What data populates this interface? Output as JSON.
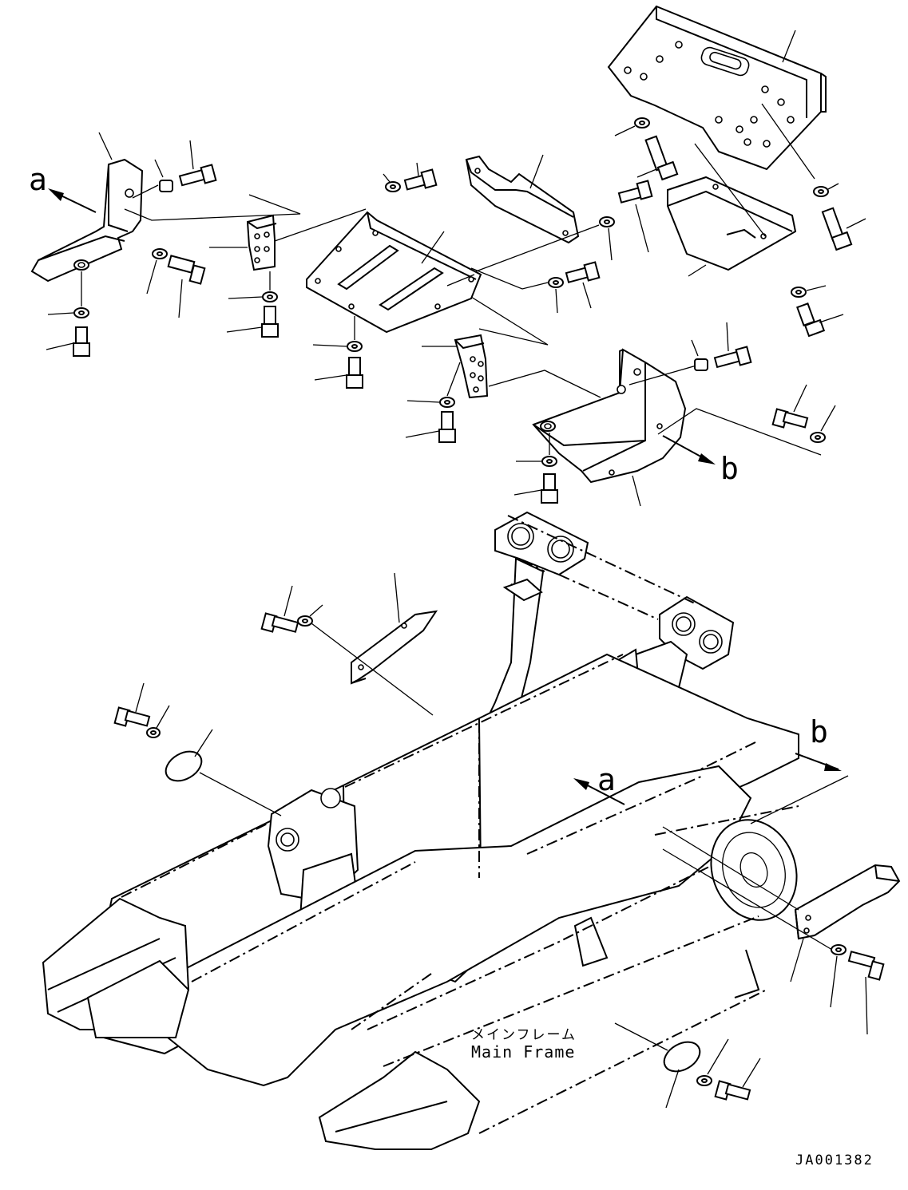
{
  "diagram": {
    "drawing_number": "JA001382",
    "main_frame_label_jp": "メインフレーム",
    "main_frame_label_en": "Main Frame",
    "view_markers": {
      "a_top": "a",
      "b_top": "b",
      "a_frame": "a",
      "b_frame": "b"
    },
    "line_color": "#000000",
    "background_color": "#ffffff"
  }
}
